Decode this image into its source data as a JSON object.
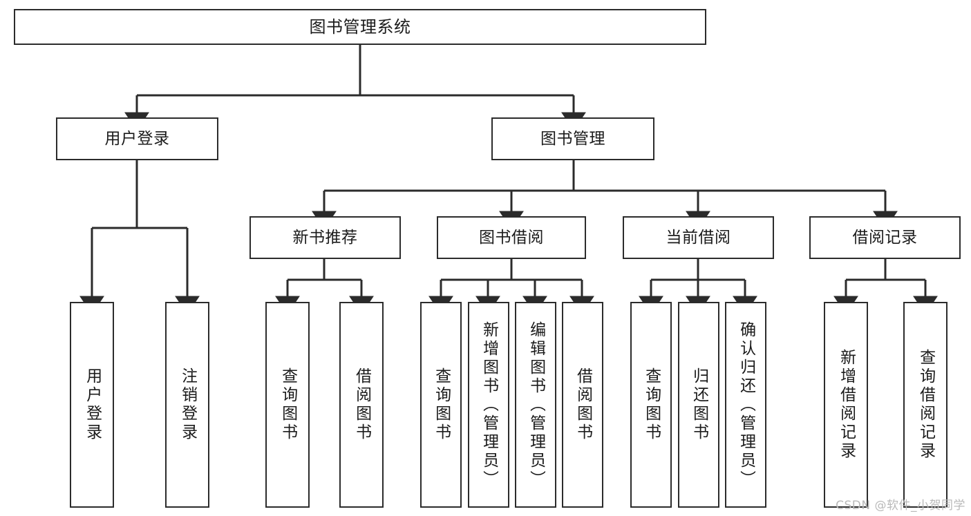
{
  "diagram": {
    "title": "图书管理系统",
    "watermark": "CSDN @软件_小贺同学",
    "line_color": "#2b2b2b",
    "box_fill": "#ffffff",
    "text_color": "#1b1b1b",
    "root": {
      "label": "图书管理系统"
    },
    "level2": [
      {
        "label": "用户登录"
      },
      {
        "label": "图书管理"
      }
    ],
    "level3": [
      {
        "label": "新书推荐"
      },
      {
        "label": "图书借阅"
      },
      {
        "label": "当前借阅"
      },
      {
        "label": "借阅记录"
      }
    ],
    "leaves": [
      {
        "label": "用户登录"
      },
      {
        "label": "注销登录"
      },
      {
        "label": "查询图书"
      },
      {
        "label": "借阅图书"
      },
      {
        "label": "查询图书"
      },
      {
        "label": "新增图书（管理员）"
      },
      {
        "label": "编辑图书（管理员）"
      },
      {
        "label": "借阅图书"
      },
      {
        "label": "查询图书"
      },
      {
        "label": "归还图书"
      },
      {
        "label": "确认归还（管理员）"
      },
      {
        "label": "新增借阅记录"
      },
      {
        "label": "查询借阅记录"
      }
    ]
  }
}
